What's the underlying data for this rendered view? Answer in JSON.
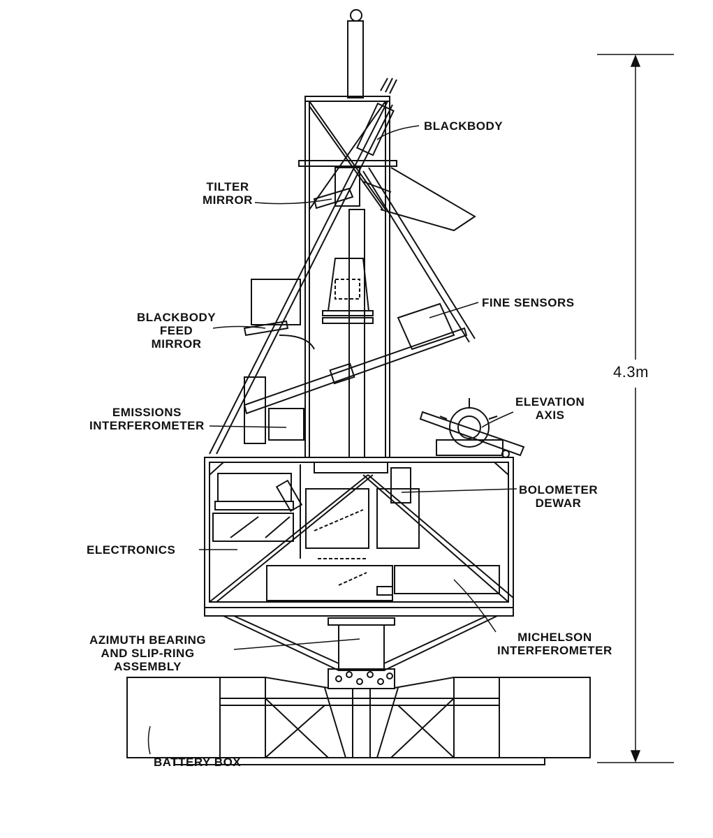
{
  "diagram": {
    "labels": {
      "blackbody": "BLACKBODY",
      "tilter_mirror": [
        "TILTER",
        "MIRROR"
      ],
      "blackbody_feed_mirror": [
        "BLACKBODY",
        "FEED",
        "MIRROR"
      ],
      "fine_sensors": "FINE SENSORS",
      "emissions_interferometer": [
        "EMISSIONS",
        "INTERFEROMETER"
      ],
      "elevation_axis": [
        "ELEVATION",
        "AXIS"
      ],
      "bolometer_dewar": [
        "BOLOMETER",
        "DEWAR"
      ],
      "electronics": "ELECTRONICS",
      "azimuth_bearing": [
        "AZIMUTH BEARING",
        "AND SLIP-RING",
        "ASSEMBLY"
      ],
      "michelson_interferometer": [
        "MICHELSON",
        "INTERFEROMETER"
      ],
      "battery_box": "BATTERY BOX"
    },
    "height_dimension": "4.3m",
    "line_color": "#111111"
  }
}
